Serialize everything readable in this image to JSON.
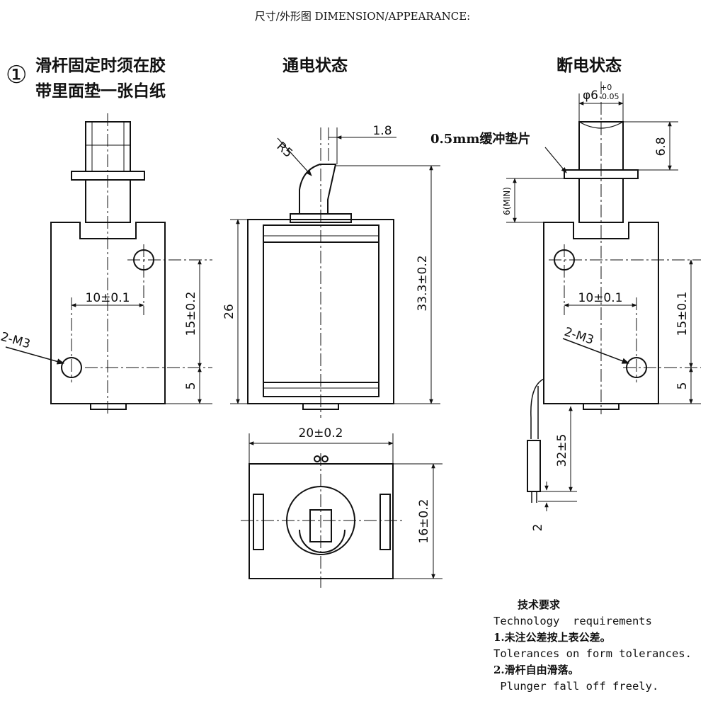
{
  "header": {
    "title": "尺寸/外形图 DIMENSION/APPEARANCE:"
  },
  "views": {
    "note_marker": "①",
    "note_line1": "滑杆固定时须在胶",
    "note_line2": "带里面垫一张白纸",
    "powered": "通电状态",
    "unpowered": "断电状态"
  },
  "dimensions": {
    "hole_spacing_left": "10±0.1",
    "hole_height_left": "15±0.2",
    "edge_left": "5",
    "screw_left": "2-M3",
    "radius": "R5",
    "offset": "1.8",
    "body_height": "26",
    "total_height": "33.3±0.2",
    "width": "20±0.2",
    "depth": "16±0.2",
    "plunger_dia": "φ6",
    "plunger_tol_upper": "+0",
    "plunger_tol_lower": "-0.05",
    "buffer_pad": "0.5mm缓冲垫片",
    "stroke_height": "6.8",
    "min_gap": "6(MIN)",
    "hole_spacing_right": "10±0.1",
    "hole_height_right": "15±0.1",
    "edge_right": "5",
    "screw_right": "2-M3",
    "lead_length": "32±5",
    "strip_length": "2"
  },
  "notes": {
    "heading_cn": "技术要求",
    "heading_en": "Technology  requirements",
    "item1_cn": "1.未注公差按上表公差。",
    "item1_en": "Tolerances on form tolerances.",
    "item2_cn": "2.滑杆自由滑落。",
    "item2_en": " Plunger fall off freely."
  }
}
